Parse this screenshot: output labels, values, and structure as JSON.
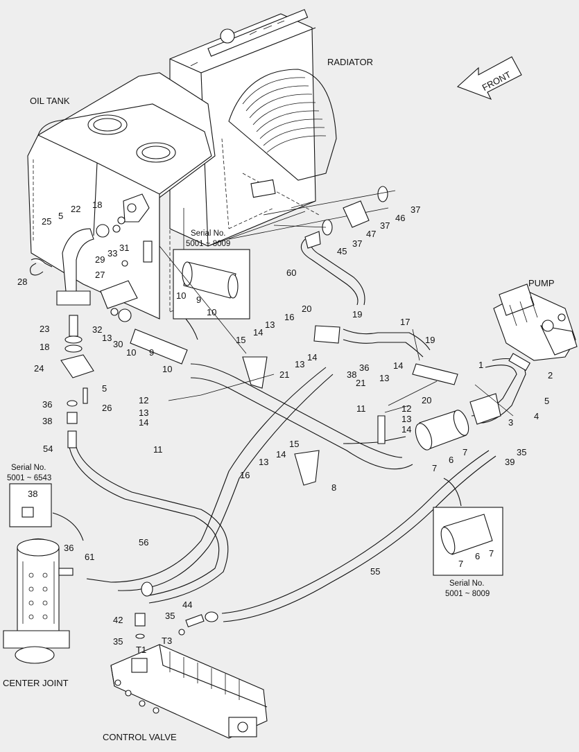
{
  "captions": {
    "oil_tank": "OIL TANK",
    "radiator": "RADIATOR",
    "front": "FRONT",
    "pump": "PUMP",
    "center_joint": "CENTER JOINT",
    "control_valve": "CONTROL VALVE"
  },
  "serial_boxes": [
    {
      "title": "Serial No.",
      "range": "5001 ~ 8009"
    },
    {
      "title": "Serial No.",
      "range": "5001 ~ 6543"
    },
    {
      "title": "Serial No.",
      "range": "5001 ~ 8009"
    }
  ],
  "callouts": [
    "1",
    "2",
    "3",
    "4",
    "5",
    "6",
    "7",
    "8",
    "9",
    "10",
    "11",
    "12",
    "13",
    "14",
    "15",
    "16",
    "17",
    "18",
    "19",
    "20",
    "21",
    "22",
    "23",
    "24",
    "25",
    "26",
    "27",
    "28",
    "29",
    "30",
    "31",
    "32",
    "33",
    "35",
    "36",
    "37",
    "38",
    "39",
    "42",
    "44",
    "45",
    "46",
    "47",
    "54",
    "55",
    "56",
    "60",
    "61",
    "T1",
    "T3"
  ]
}
